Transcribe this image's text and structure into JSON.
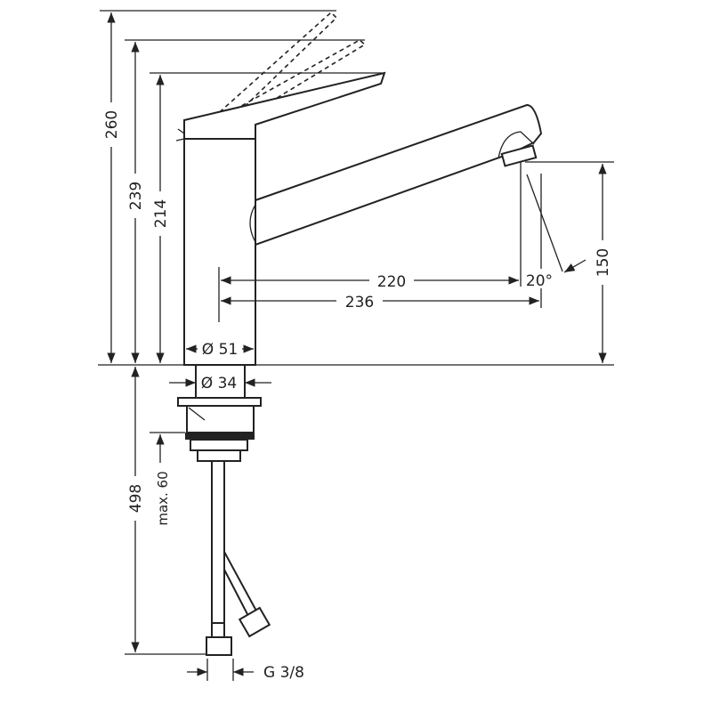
{
  "drawing": {
    "dimensions": {
      "height_total": "260",
      "height_mid": "239",
      "height_low": "214",
      "reach_aerator": "220",
      "reach_total": "236",
      "spray_angle": "20°",
      "spout_height": "150",
      "body_diameter": "Ø 51",
      "shank_diameter": "Ø 34",
      "below_counter": "498",
      "max_counter_thickness": "max. 60",
      "connection_thread": "G 3/8"
    },
    "colors": {
      "line": "#222222",
      "background": "#ffffff"
    }
  }
}
